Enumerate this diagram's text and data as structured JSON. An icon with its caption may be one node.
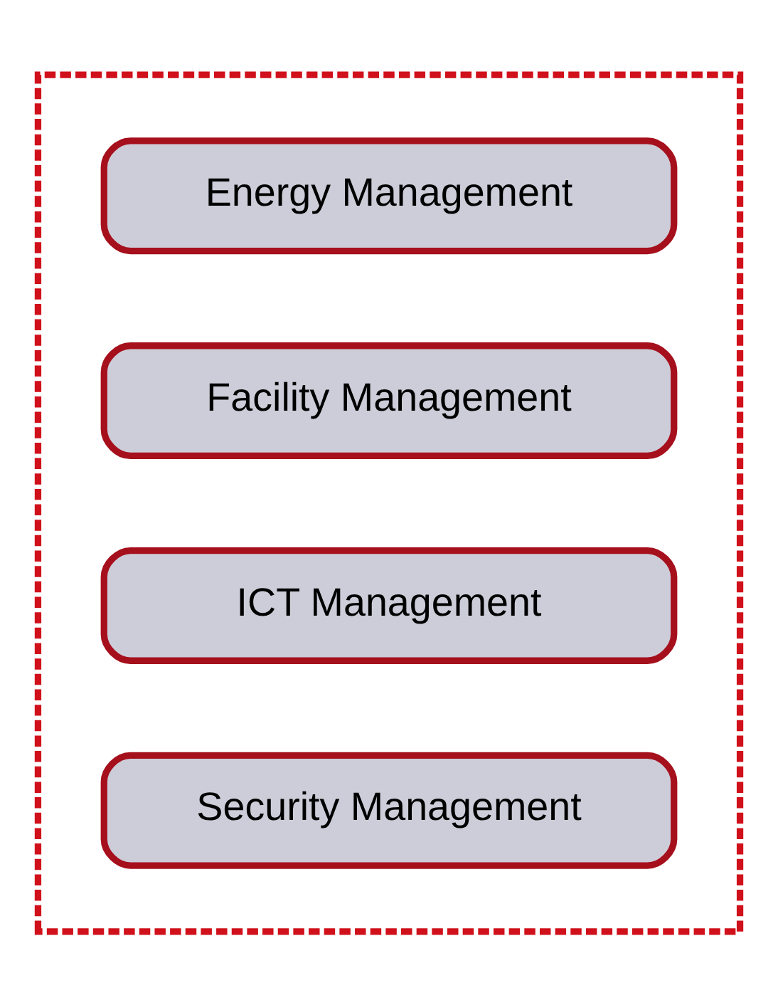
{
  "diagram": {
    "nodes": [
      {
        "text": [],
        "shape": "box"
      },
      {
        "text": [
          "Energy Management"
        ],
        "in": 0
      },
      {
        "text": [
          "Facility Management"
        ],
        "in": 0
      },
      {
        "text": [
          "ICT Management"
        ],
        "in": 0
      },
      {
        "text": [
          "Security Management"
        ],
        "in": 0
      }
    ],
    "edges": []
  }
}
